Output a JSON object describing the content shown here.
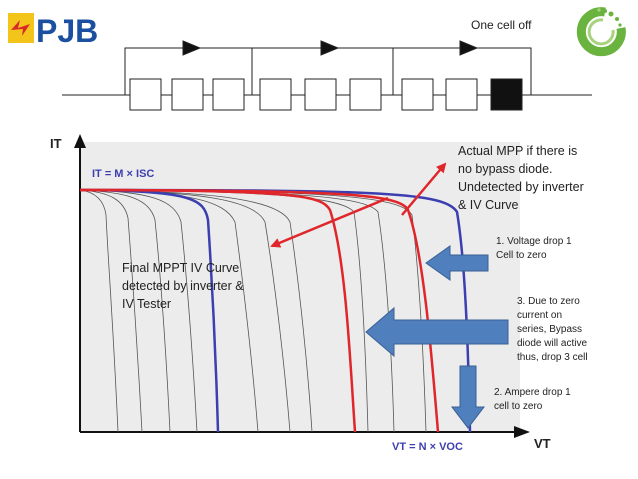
{
  "header": {
    "logo_text": "PJB",
    "status_label": "One cell off"
  },
  "chart": {
    "y_axis_label": "IT",
    "x_axis_label": "VT",
    "current_formula": "IT = M × ISC",
    "voltage_formula": "VT = N × VOC"
  },
  "annotations": {
    "actual_mpp": [
      "Actual MPP if there is",
      "no bypass diode.",
      "Undetected by inverter",
      "& IV Curve"
    ],
    "final_mppt": [
      "Final MPPT IV Curve",
      "detected by inverter &",
      "IV Tester"
    ],
    "step_1": [
      "1. Voltage drop 1",
      "Cell to zero"
    ],
    "step_3": [
      "3. Due to zero",
      "current on",
      "series, Bypass",
      "diode will active",
      "thus, drop 3 cell"
    ],
    "step_2": [
      "2. Ampere drop 1",
      "cell to zero"
    ]
  },
  "colors": {
    "red_curve": "#e0262b",
    "blue_curve": "#3c3fb0",
    "gray_curve": "#555555",
    "callout_arrow": "#4f7fbd",
    "logo_blue": "#1b4fa0",
    "logo_red": "#d92a2a",
    "logo_yellow": "#f3c51a",
    "logo_green": "#6ab33e"
  }
}
